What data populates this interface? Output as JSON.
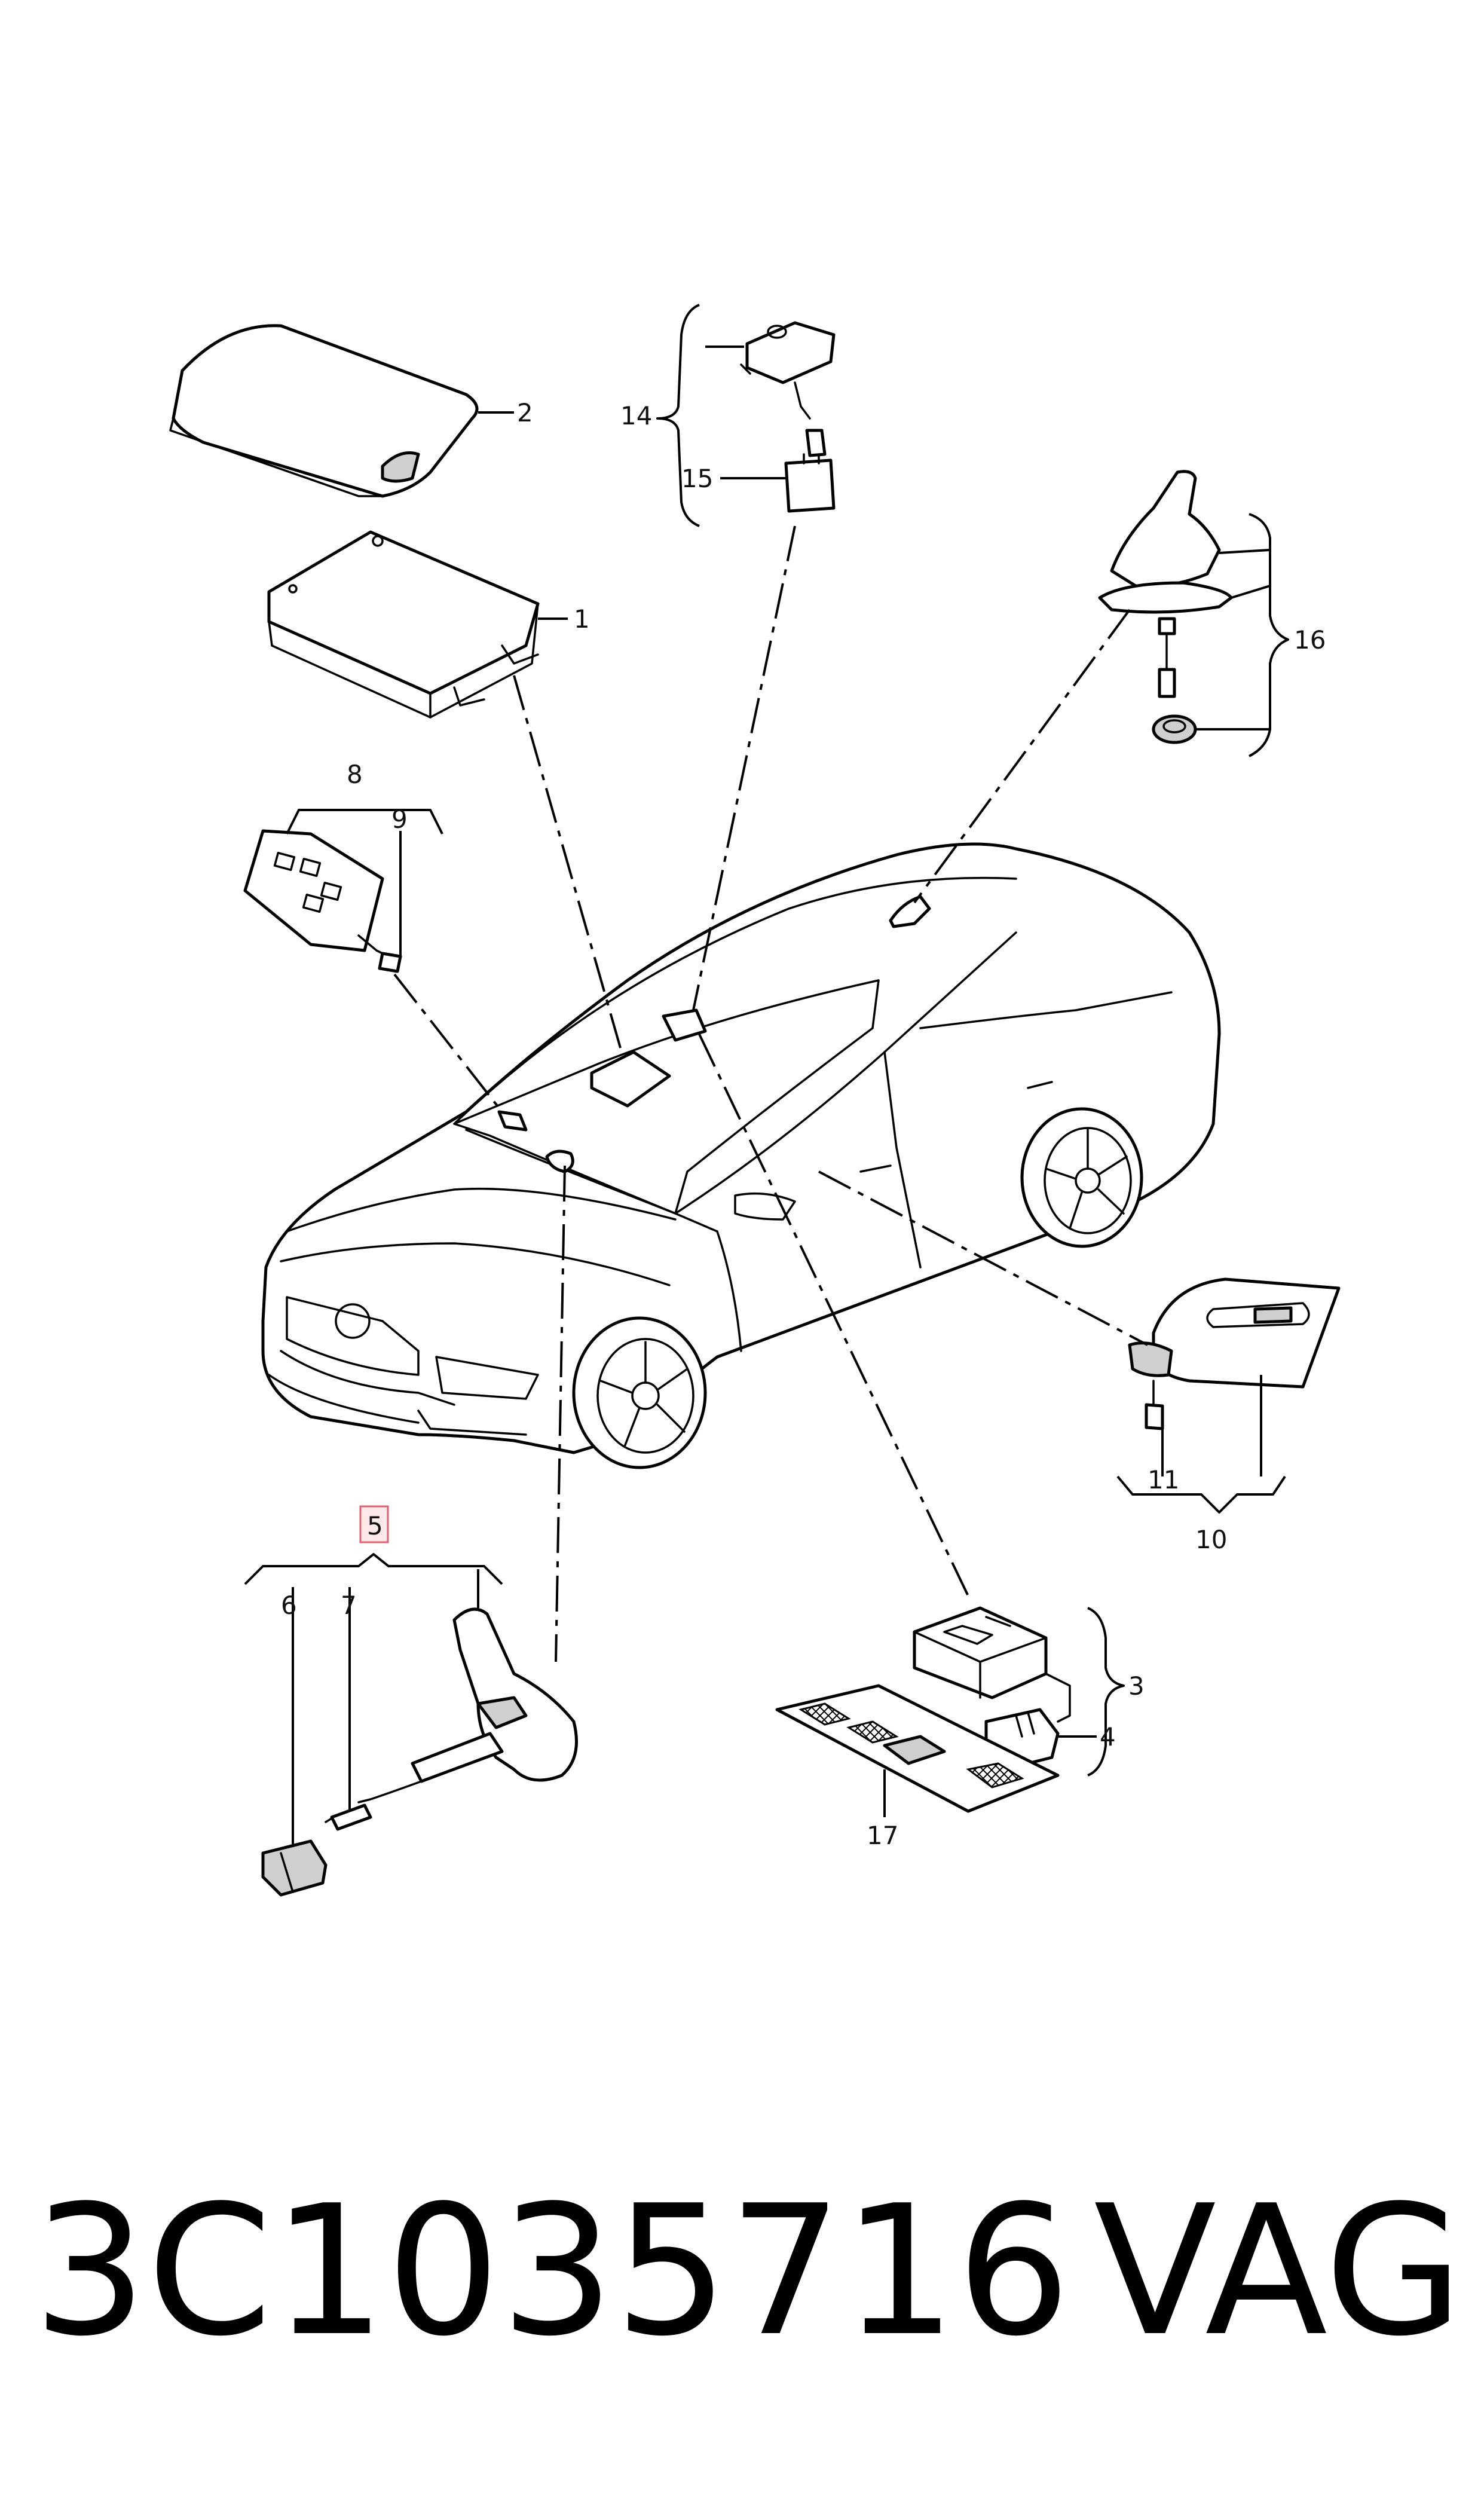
{
  "callouts": {
    "c1": "1",
    "c2": "2",
    "c3": "3",
    "c4": "4",
    "c5": "5",
    "c6": "6",
    "c7": "7",
    "c8": "8",
    "c9": "9",
    "c10": "10",
    "c11": "11",
    "c14": "14",
    "c15": "15",
    "c16": "16",
    "c17": "17"
  },
  "highlight_color": "#e06070",
  "footer": {
    "part_number": "3C1035716",
    "brand": "VAG"
  }
}
